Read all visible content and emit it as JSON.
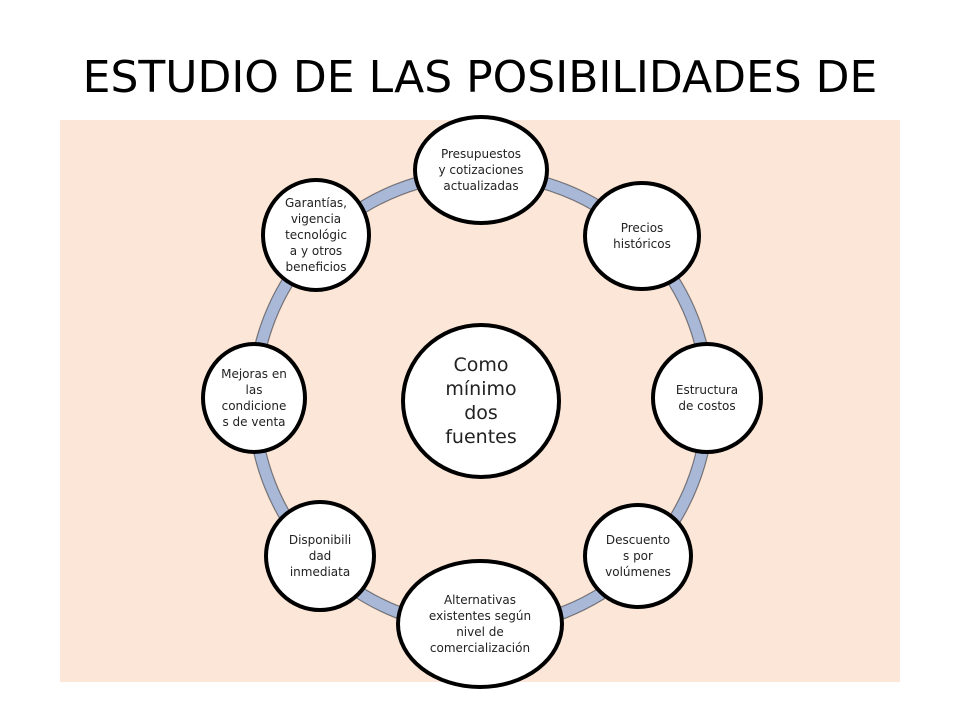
{
  "title": "ESTUDIO DE LAS POSIBILIDADES DE",
  "colors": {
    "panel_bg": "#fce6d8",
    "ring": "#aab8d8",
    "node_border": "#000000",
    "node_fill": "#ffffff"
  },
  "center": {
    "lines": [
      "Como",
      "mínimo",
      "dos",
      "fuentes"
    ]
  },
  "nodes": [
    {
      "id": "presupuestos",
      "lines": [
        "Presupuestos",
        "y cotizaciones",
        "actualizadas"
      ]
    },
    {
      "id": "precios",
      "lines": [
        "Precios",
        "históricos"
      ]
    },
    {
      "id": "estructura",
      "lines": [
        "Estructura",
        "de costos"
      ]
    },
    {
      "id": "descuentos",
      "lines": [
        "Descuento",
        "s por",
        "volúmenes"
      ]
    },
    {
      "id": "alternativas",
      "lines": [
        "Alternativas",
        "existentes según",
        "nivel de",
        "comercialización"
      ]
    },
    {
      "id": "disponibilidad",
      "lines": [
        "Disponibili",
        "dad",
        "inmediata"
      ]
    },
    {
      "id": "mejoras",
      "lines": [
        "Mejoras en",
        "las",
        "condicione",
        "s de venta"
      ]
    },
    {
      "id": "garantias",
      "lines": [
        "Garantías,",
        "vigencia",
        "tecnológic",
        "a y otros",
        "beneficios"
      ]
    }
  ]
}
